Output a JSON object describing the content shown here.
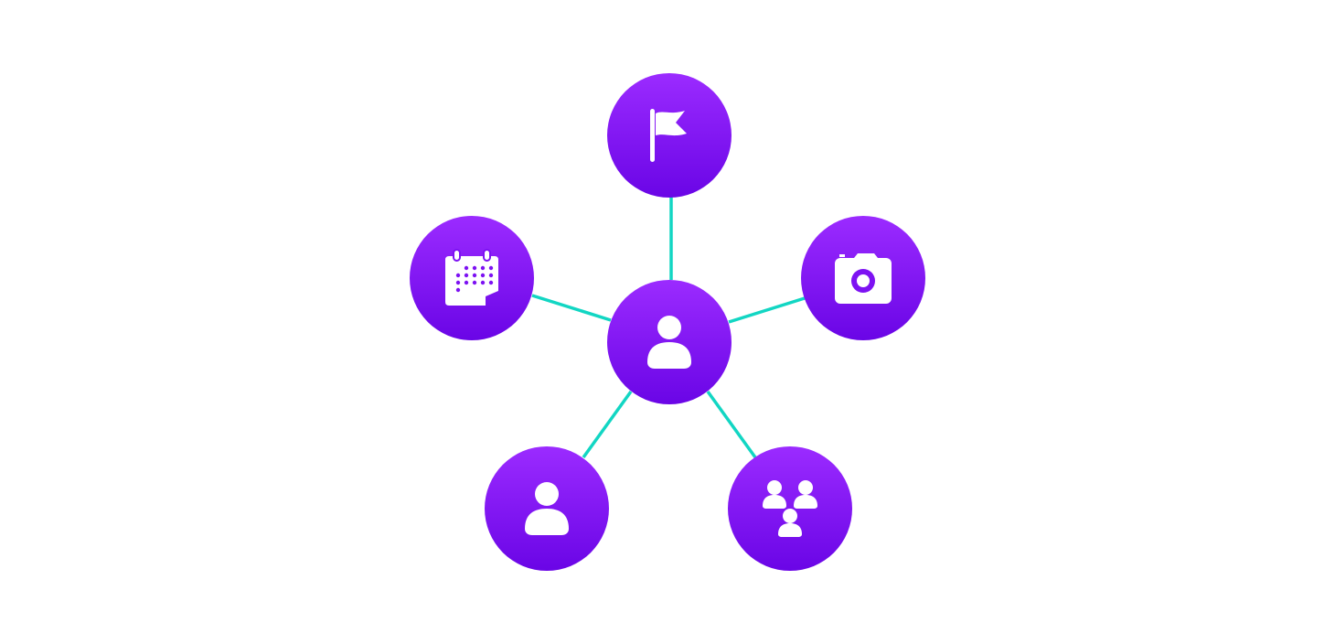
{
  "diagram": {
    "type": "hub-and-spoke",
    "colors": {
      "node_gradient_top": "#9B2BFF",
      "node_gradient_bottom": "#6A05E6",
      "connector": "#12D6C3",
      "icon": "#FFFFFF",
      "background": "#FFFFFF"
    },
    "hub": {
      "name": "center-user",
      "icon": "user-icon"
    },
    "spokes": [
      {
        "name": "flag",
        "icon": "flag-icon"
      },
      {
        "name": "camera",
        "icon": "camera-icon"
      },
      {
        "name": "group",
        "icon": "group-icon"
      },
      {
        "name": "user",
        "icon": "user-icon"
      },
      {
        "name": "calendar",
        "icon": "calendar-icon"
      }
    ]
  }
}
